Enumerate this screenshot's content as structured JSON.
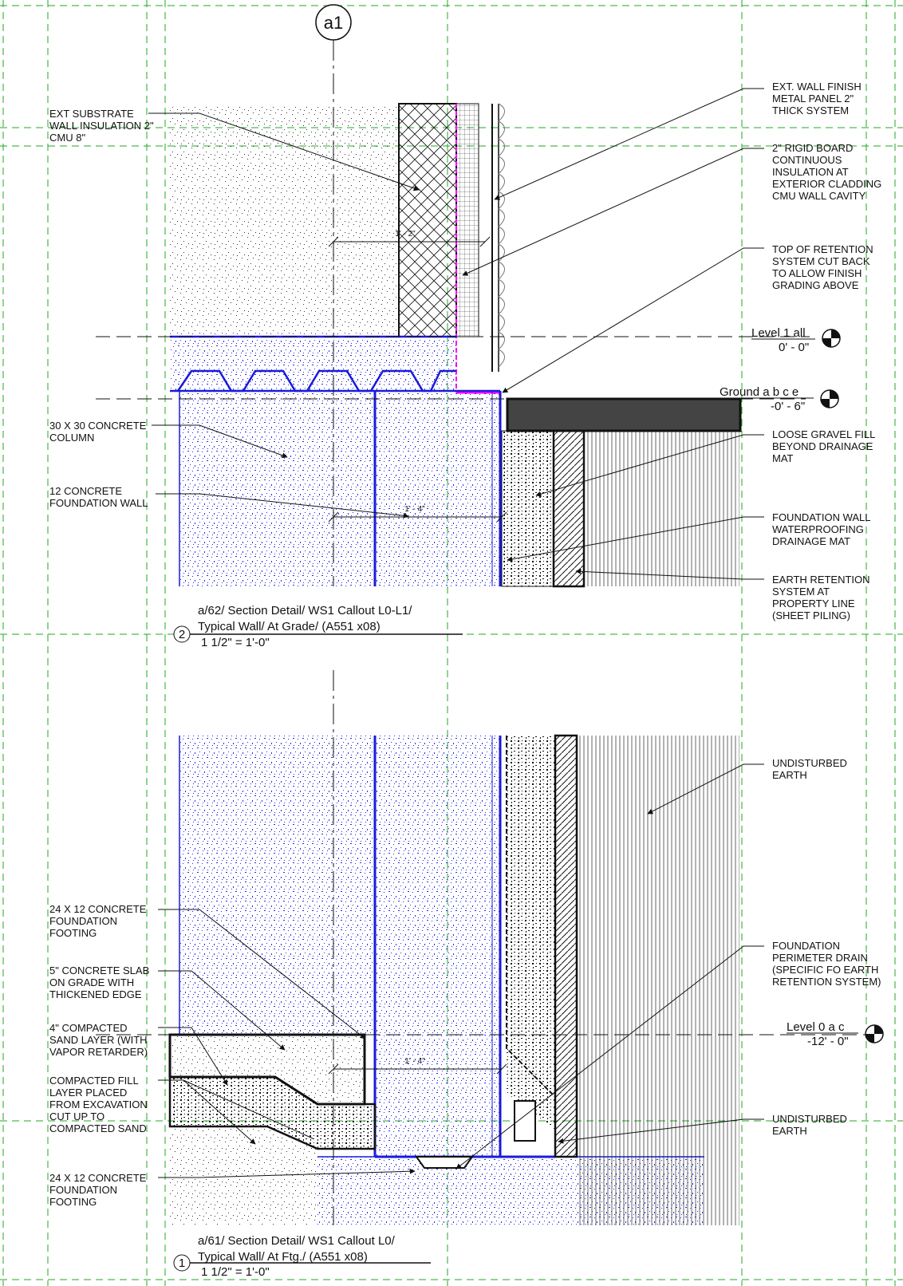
{
  "grid_bubble": "a1",
  "notes_left_top": [
    [
      "EXT SUBSTRATE",
      "WALL INSULATION 2\"",
      "CMU 8\""
    ],
    [
      "30 X 30 CONCRETE",
      "COLUMN"
    ],
    [
      "12 CONCRETE",
      "FOUNDATION WALL"
    ]
  ],
  "notes_right_top": [
    [
      "EXT. WALL FINISH",
      "METAL PANEL 2\"",
      "THICK SYSTEM"
    ],
    [
      "2\" RIGID BOARD",
      "CONTINUOUS",
      "INSULATION AT",
      "EXTERIOR CLADDING",
      "CMU WALL CAVITY"
    ],
    [
      "TOP OF RETENTION",
      "SYSTEM CUT BACK",
      "TO ALLOW FINISH",
      "GRADING ABOVE"
    ],
    [
      "LOOSE GRAVEL FILL",
      "BEYOND DRAINAGE",
      "MAT"
    ],
    [
      "FOUNDATION WALL",
      "WATERPROOFING",
      "DRAINAGE MAT"
    ],
    [
      "EARTH RETENTION",
      "SYSTEM AT",
      "PROPERTY LINE",
      "(SHEET PILING)"
    ]
  ],
  "notes_left_bottom": [
    [
      "24 X 12 CONCRETE",
      "FOUNDATION",
      "FOOTING"
    ],
    [
      "5\" CONCRETE SLAB",
      "ON GRADE WITH",
      "THICKENED EDGE"
    ],
    [
      "4\" COMPACTED",
      "SAND LAYER (WITH",
      "VAPOR RETARDER)"
    ],
    [
      "COMPACTED FILL",
      "LAYER PLACED",
      "FROM EXCAVATION",
      "CUT UP TO",
      "COMPACTED SAND"
    ],
    [
      "24 X 12 CONCRETE",
      "FOUNDATION",
      "FOOTING"
    ]
  ],
  "notes_right_bottom": [
    [
      "UNDISTURBED",
      "EARTH"
    ],
    [
      "FOUNDATION",
      "PERIMETER DRAIN",
      "(SPECIFIC FO EARTH",
      "RETENTION SYSTEM)"
    ],
    [
      "UNDISTURBED",
      "EARTH"
    ]
  ],
  "levels": [
    {
      "name": "Level 1 all",
      "elev": "0' - 0\""
    },
    {
      "name": "Ground a b c e",
      "elev": "-0' - 6\""
    },
    {
      "name": "Level 0 a c",
      "elev": "-12' - 0\""
    }
  ],
  "dimensions": [
    "1' - 2\"",
    "1' - 4\"",
    "1' - 4\""
  ],
  "views": [
    {
      "number": "2",
      "line1": "a/62/  Section Detail/ WS1 Callout L0-L1/",
      "line2": "Typical Wall/ At Grade/ (A551 x08)",
      "scale": "1 1/2\" = 1'-0\""
    },
    {
      "number": "1",
      "line1": "a/61/  Section Detail/ WS1 Callout L0/",
      "line2": "Typical Wall/ At Ftg./ (A551 x08)",
      "scale": "1 1/2\" = 1'-0\""
    }
  ],
  "colors": {
    "linework": "#111111",
    "grid": "#22aa22",
    "concrete_blue": "#1a1adc",
    "magenta": "#ff00ff"
  }
}
